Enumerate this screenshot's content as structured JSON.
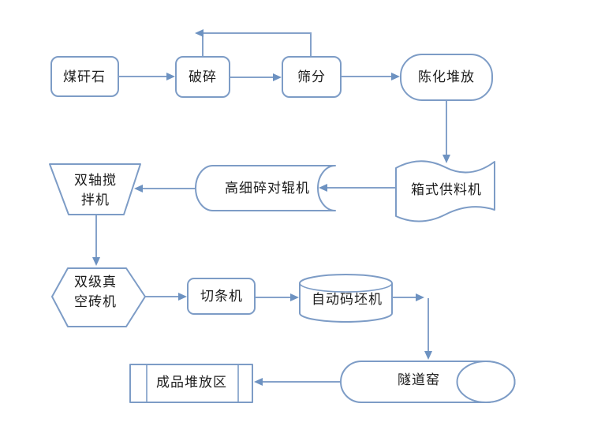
{
  "diagram": {
    "background": "#ffffff",
    "stroke_color": "#7d9cc6",
    "arrow_color": "#6d92c1",
    "text_color": "#1c1c1c",
    "nodes": {
      "coal_gangue": {
        "label": "煤矸石",
        "shape": "rounded-rectangle"
      },
      "crushing": {
        "label": "破碎",
        "shape": "rounded-rectangle"
      },
      "screening": {
        "label": "筛分",
        "shape": "rounded-rectangle"
      },
      "aging_storage": {
        "label": "陈化堆放",
        "shape": "rounded-rectangle"
      },
      "box_feeder": {
        "label": "箱式供料机",
        "shape": "punched-tape"
      },
      "fine_roller": {
        "label": "高细碎对辊机",
        "shape": "display"
      },
      "mixer": {
        "line1": "双轴搅",
        "line2": "拌机",
        "shape": "trapezoid"
      },
      "vacuum_press": {
        "line1": "双级真",
        "line2": "空砖机",
        "shape": "hexagon"
      },
      "cutter": {
        "label": "切条机",
        "shape": "rounded-rectangle"
      },
      "stacker": {
        "label": "自动码坯机",
        "shape": "cylinder"
      },
      "tunnel_kiln": {
        "label": "隧道窑",
        "shape": "direct-access-storage"
      },
      "product_area": {
        "label": "成品堆放区",
        "shape": "predefined-process"
      }
    },
    "edges": [
      {
        "from": "煤矸石",
        "to": "破碎"
      },
      {
        "from": "破碎",
        "to": "筛分"
      },
      {
        "from": "筛分",
        "to": "破碎"
      },
      {
        "from": "筛分",
        "to": "陈化堆放"
      },
      {
        "from": "陈化堆放",
        "to": "箱式供料机"
      },
      {
        "from": "箱式供料机",
        "to": "高细碎对辊机"
      },
      {
        "from": "高细碎对辊机",
        "to": "双轴搅拌机"
      },
      {
        "from": "双轴搅拌机",
        "to": "双级真空砖机"
      },
      {
        "from": "双级真空砖机",
        "to": "切条机"
      },
      {
        "from": "切条机",
        "to": "自动码坯机"
      },
      {
        "from": "自动码坯机",
        "to": "隧道窑"
      },
      {
        "from": "隧道窑",
        "to": "成品堆放区"
      }
    ]
  }
}
